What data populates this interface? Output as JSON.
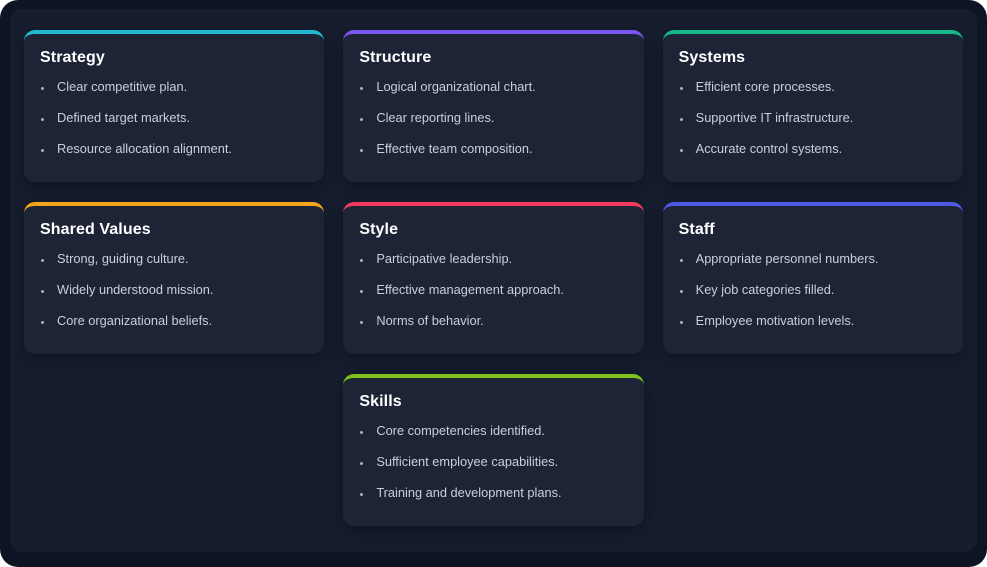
{
  "page": {
    "outside_background": "#ffffff",
    "window_background": "#0d1424",
    "surface_background": "#151d2e",
    "card_background": "#1d2435",
    "title_color": "#ffffff",
    "text_color": "#c9cfda"
  },
  "cards": [
    {
      "title": "Strategy",
      "accent": "#22b8cf",
      "items": [
        "Clear competitive plan.",
        "Defined target markets.",
        "Resource allocation alignment."
      ]
    },
    {
      "title": "Structure",
      "accent": "#7a55f2",
      "items": [
        "Logical organizational chart.",
        "Clear reporting lines.",
        "Effective team composition."
      ]
    },
    {
      "title": "Systems",
      "accent": "#12b886",
      "items": [
        "Efficient core processes.",
        "Supportive IT infrastructure.",
        "Accurate control systems."
      ]
    },
    {
      "title": "Shared Values",
      "accent": "#f5a31b",
      "items": [
        "Strong, guiding culture.",
        "Widely understood mission.",
        "Core organizational beliefs."
      ]
    },
    {
      "title": "Style",
      "accent": "#f2395e",
      "items": [
        "Participative leadership.",
        "Effective management approach.",
        "Norms of behavior."
      ]
    },
    {
      "title": "Staff",
      "accent": "#5059e6",
      "items": [
        "Appropriate personnel numbers.",
        "Key job categories filled.",
        "Employee motivation levels."
      ]
    },
    {
      "title": "Skills",
      "accent": "#7dc41f",
      "items": [
        "Core competencies identified.",
        "Sufficient employee capabilities.",
        "Training and development plans."
      ]
    }
  ]
}
